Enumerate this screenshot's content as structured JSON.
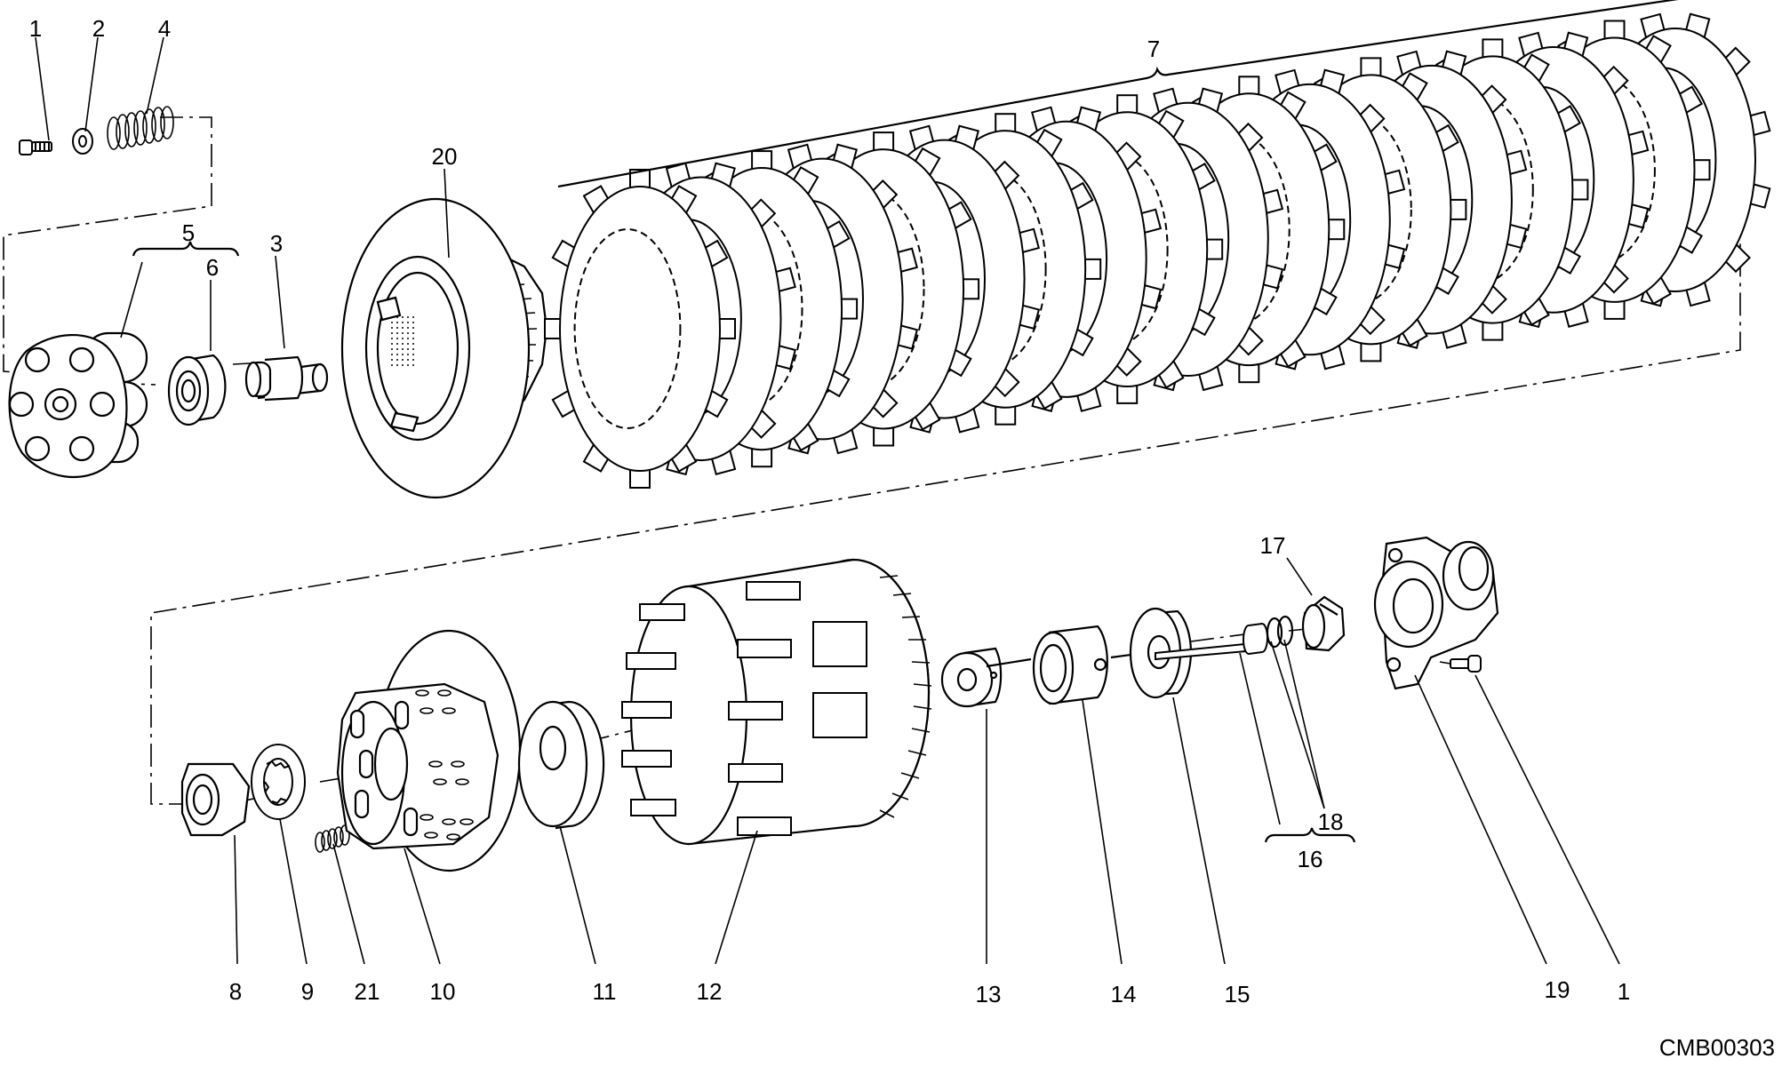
{
  "drawing_code": "CMB00303",
  "callouts": [
    {
      "id": "c1a",
      "label": "1"
    },
    {
      "id": "c2",
      "label": "2"
    },
    {
      "id": "c4",
      "label": "4"
    },
    {
      "id": "c20",
      "label": "20"
    },
    {
      "id": "c7",
      "label": "7"
    },
    {
      "id": "c5",
      "label": "5"
    },
    {
      "id": "c6",
      "label": "6"
    },
    {
      "id": "c3",
      "label": "3"
    },
    {
      "id": "c17",
      "label": "17"
    },
    {
      "id": "c18",
      "label": "18"
    },
    {
      "id": "c16",
      "label": "16"
    },
    {
      "id": "c8",
      "label": "8"
    },
    {
      "id": "c9",
      "label": "9"
    },
    {
      "id": "c21",
      "label": "21"
    },
    {
      "id": "c10",
      "label": "10"
    },
    {
      "id": "c11",
      "label": "11"
    },
    {
      "id": "c12",
      "label": "12"
    },
    {
      "id": "c13",
      "label": "13"
    },
    {
      "id": "c14",
      "label": "14"
    },
    {
      "id": "c15",
      "label": "15"
    },
    {
      "id": "c19",
      "label": "19"
    },
    {
      "id": "c1b",
      "label": "1"
    }
  ]
}
